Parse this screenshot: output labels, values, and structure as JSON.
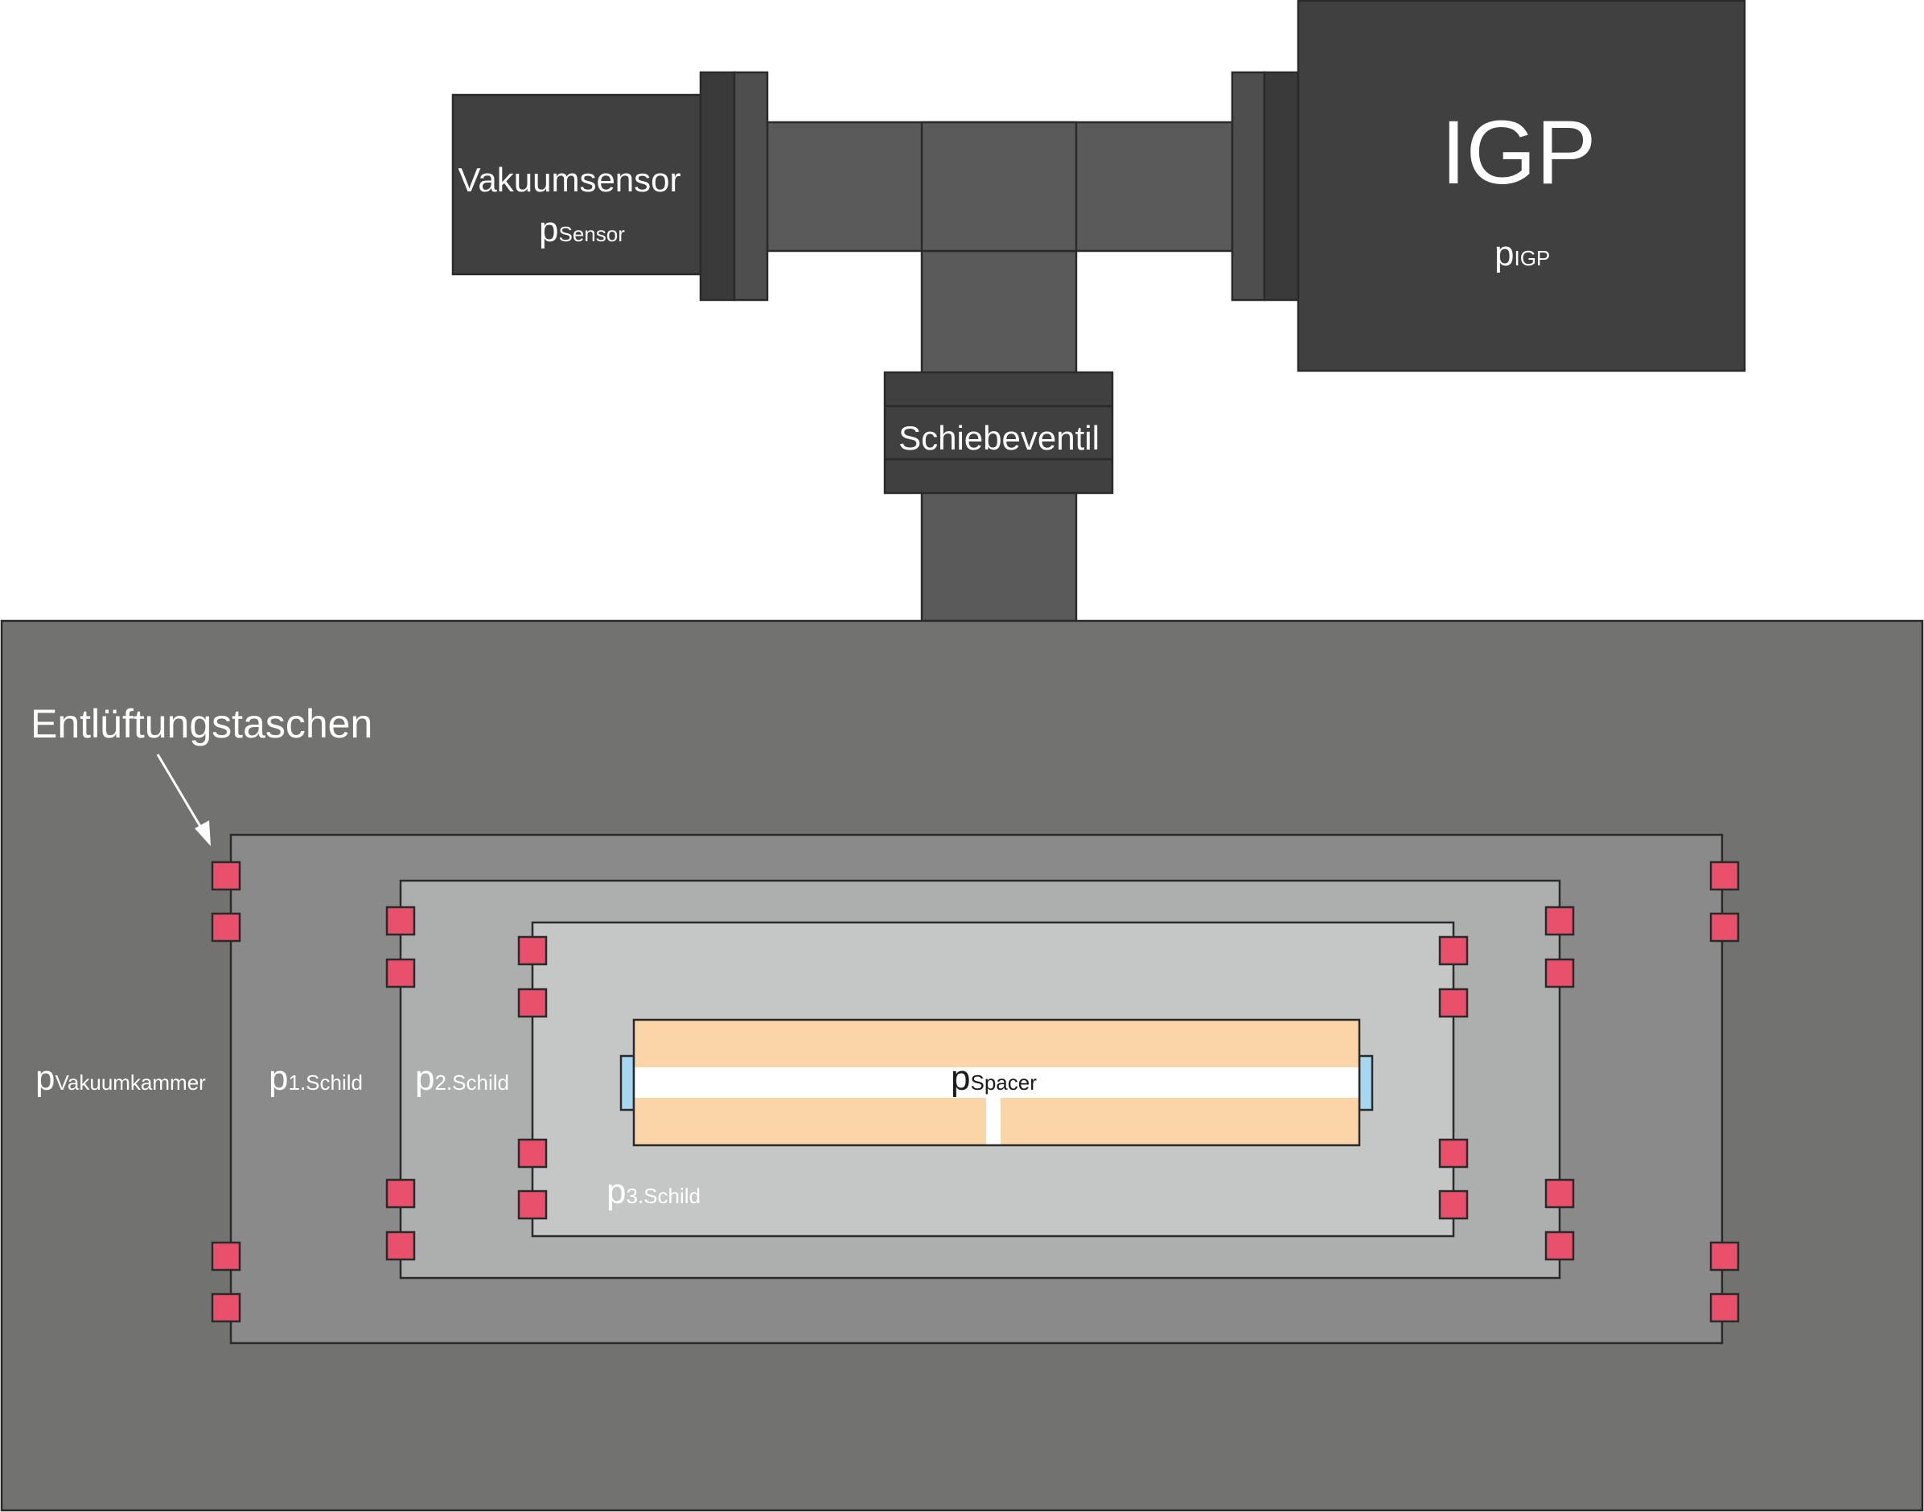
{
  "colors": {
    "dark_block": "#404040",
    "flange_outer": "#3a3a3a",
    "flange_inner": "#4e4e4e",
    "pipe": "#5a5a5a",
    "chamber": "#727270",
    "shield1": "#8a8a8a",
    "shield2": "#adaeae",
    "shield3": "#c5c6c6",
    "spacer": "#fad5a8",
    "spacer_channel": "#ffffff",
    "vent_pocket": "#e8506c",
    "spacer_cap": "#a7d6f0",
    "label_light": "#ffffff",
    "label_dark": "#1a1a1a"
  },
  "components": {
    "sensor": {
      "label": "Vakuumsensor",
      "p": "p",
      "sub": "Sensor"
    },
    "igp": {
      "label": "IGP",
      "p": "p",
      "sub": "IGP"
    },
    "valve": {
      "label": "Schiebeventil"
    }
  },
  "chamber": {
    "p": "p",
    "sub": "Vakuumkammer"
  },
  "vent_pockets": {
    "label": "Entlüftungstaschen",
    "icon": "arrow-icon"
  },
  "shields": [
    {
      "p": "p",
      "sub": "1.Schild"
    },
    {
      "p": "p",
      "sub": "2.Schild"
    },
    {
      "p": "p",
      "sub": "3.Schild"
    }
  ],
  "spacer": {
    "p": "p",
    "sub": "Spacer"
  }
}
